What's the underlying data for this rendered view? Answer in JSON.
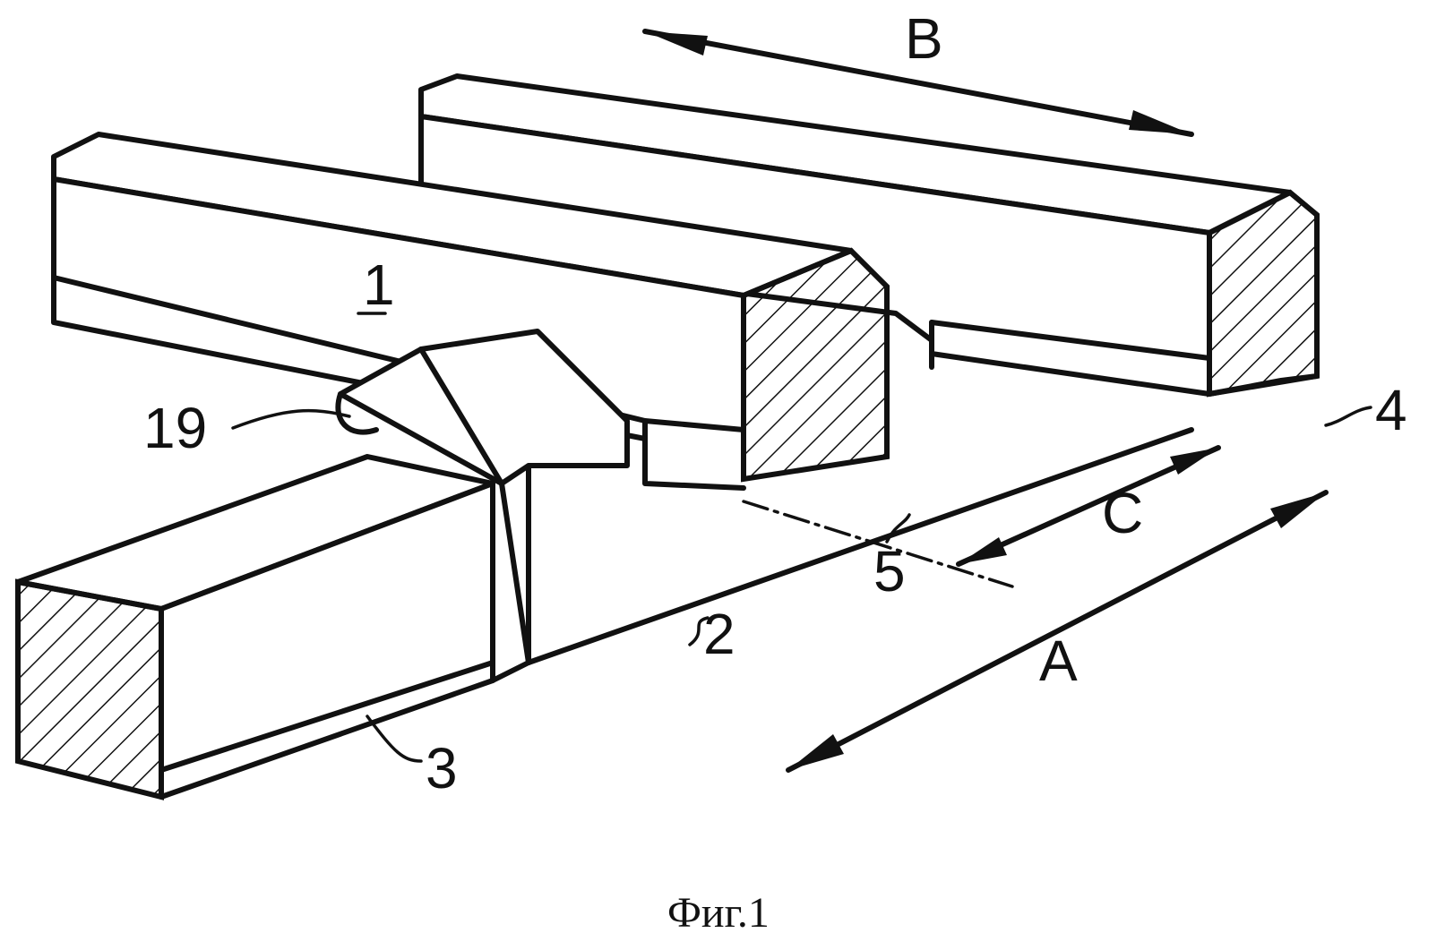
{
  "labels": {
    "part_1": "1",
    "part_2": "2",
    "part_3": "3",
    "part_4": "4",
    "part_5": "5",
    "part_19": "19",
    "arrow_a": "A",
    "arrow_b": "B",
    "arrow_c": "C"
  },
  "caption": "Фиг.1",
  "colors": {
    "ink": "#111111",
    "background": "#ffffff"
  }
}
